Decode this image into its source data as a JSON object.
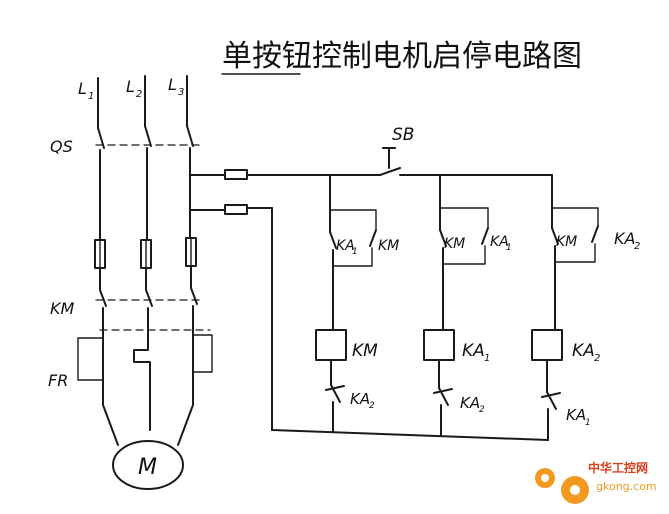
{
  "title": "单按钮控制电机启停电路图",
  "labels": {
    "L1": "L",
    "L1_sub": "1",
    "L2": "L",
    "L2_sub": "2",
    "L3": "L",
    "L3_sub": "3",
    "QS": "QS",
    "KM_main": "KM",
    "FR": "FR",
    "motor": "M",
    "SB": "SB",
    "b1_contact1": "KA",
    "b1_contact1_sub": "1",
    "b1_contact2": "KM",
    "b2_contact1": "KM",
    "b2_contact2": "KA",
    "b2_contact2_sub": "1",
    "b3_contact1": "KM",
    "b3_contact2": "KA",
    "b3_contact2_sub": "2",
    "coil1": "KM",
    "coil2": "KA",
    "coil2_sub": "1",
    "coil3": "KA",
    "coil3_sub": "2",
    "nc1": "KA",
    "nc1_sub": "2",
    "nc2": "KA",
    "nc2_sub": "2",
    "nc3": "KA",
    "nc3_sub": "1"
  },
  "watermark": {
    "brand": "中华工控网",
    "domain": "gkong.com"
  },
  "colors": {
    "ink": "#1a1a1a",
    "watermark_orange": "#f29a1f",
    "watermark_red": "#d9411e"
  }
}
